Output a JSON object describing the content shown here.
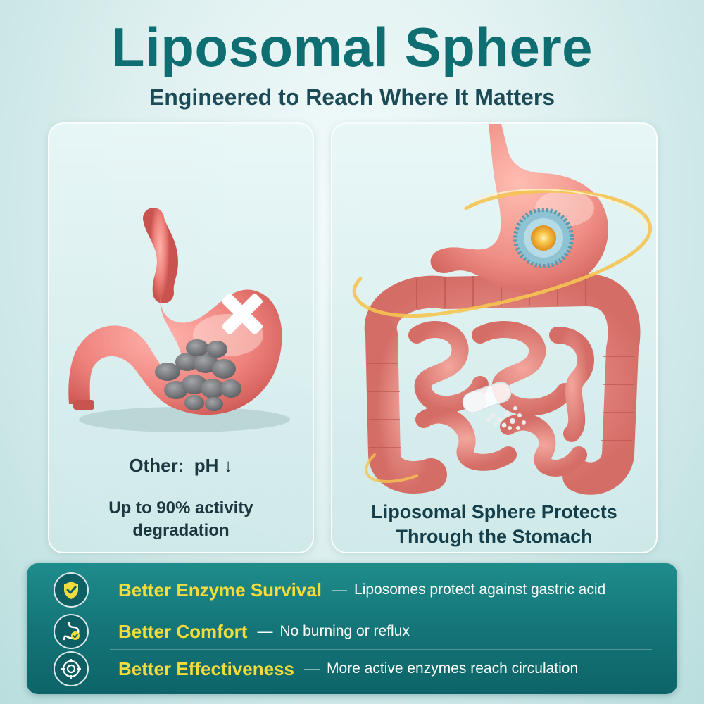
{
  "header": {
    "title": "Liposomal Sphere",
    "subtitle": "Engineered to Reach Where It Matters"
  },
  "left_panel": {
    "label_other": "Other:",
    "label_ph": "pH ↓",
    "degradation_text_1": "Up to 90% activity",
    "degradation_text_2": "degradation"
  },
  "right_panel": {
    "caption_1": "Liposomal Sphere Protects",
    "caption_2": "Through the Stomach"
  },
  "benefits": [
    {
      "title": "Better Enzyme Survival",
      "dash": "—",
      "desc": "Liposomes protect against gastric acid",
      "icon": "shield-check-icon"
    },
    {
      "title": "Better Comfort",
      "dash": "—",
      "desc": "No burning or reflux",
      "icon": "stomach-check-icon"
    },
    {
      "title": "Better Effectiveness",
      "dash": "—",
      "desc": "More active enzymes reach circulation",
      "icon": "target-icon"
    }
  ],
  "colors": {
    "title": "#0f6e72",
    "accent_yellow": "#f6dc3a",
    "banner_teal": "#137376",
    "stomach_pink": "#f08a84"
  }
}
